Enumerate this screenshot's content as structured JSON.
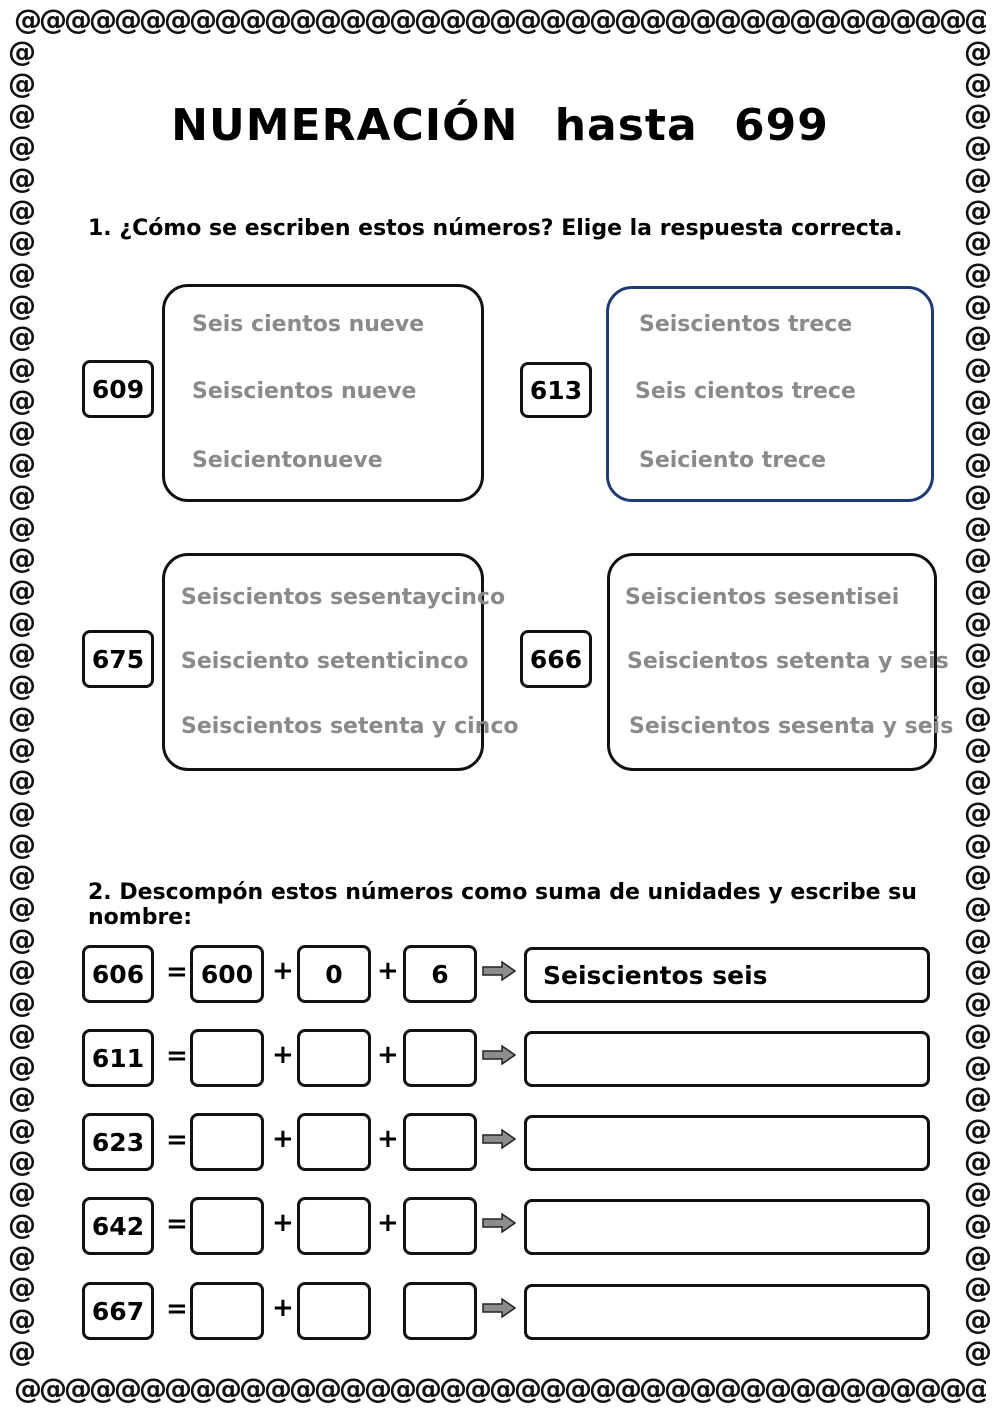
{
  "title": "NUMERACIÓN hasta 699",
  "question1": "1.  ¿Cómo se escriben estos números? Elige la respuesta correcta.",
  "question2": "2.  Descompón estos números como suma de unidades y escribe su nombre:",
  "border_glyph": "@",
  "choices": [
    {
      "number": "609",
      "options": [
        "Seis  cientos nueve",
        "Seiscientos nueve",
        "Seicientonueve"
      ],
      "selected": false
    },
    {
      "number": "613",
      "options": [
        "Seiscientos trece",
        "Seis  cientos trece",
        "Seiciento trece"
      ],
      "selected": true
    },
    {
      "number": "675",
      "options": [
        "Seiscientos sesentaycinco",
        "Seisciento setenticinco",
        "Seiscientos setenta y cinco"
      ],
      "selected": false
    },
    {
      "number": "666",
      "options": [
        "Seiscientos sesentisei",
        "Seiscientos setenta y seis",
        "Seiscientos sesenta y seis"
      ],
      "selected": false
    }
  ],
  "decompose": [
    {
      "number": "606",
      "hundreds": "600",
      "tens": "0",
      "units": "6",
      "name": "Seiscientos  seis"
    },
    {
      "number": "611",
      "hundreds": "",
      "tens": "",
      "units": "",
      "name": ""
    },
    {
      "number": "623",
      "hundreds": "",
      "tens": "",
      "units": "",
      "name": ""
    },
    {
      "number": "642",
      "hundreds": "",
      "tens": "",
      "units": "",
      "name": ""
    },
    {
      "number": "667",
      "hundreds": "",
      "tens": "",
      "units": "",
      "name": ""
    }
  ],
  "symbols": {
    "equals": "=",
    "plus": "+"
  },
  "colors": {
    "selected_border": "#1f3b73",
    "option_text": "#8a8a8a",
    "arrow_fill": "#8c8c8c"
  }
}
